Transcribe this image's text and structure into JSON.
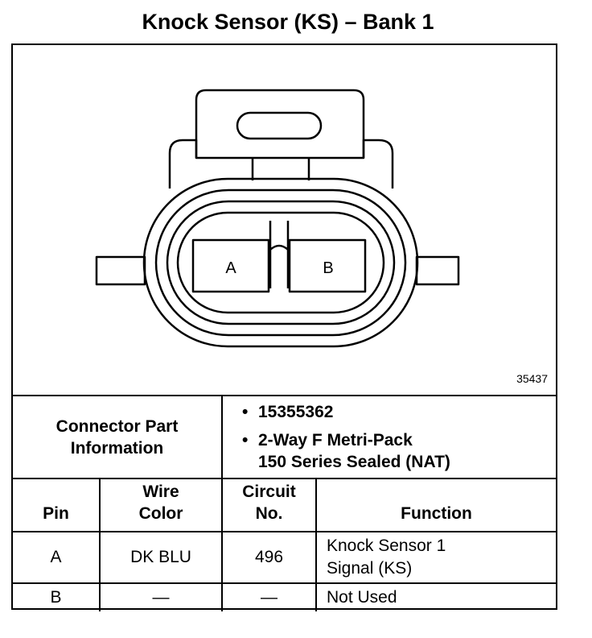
{
  "title": "Knock Sensor (KS) – Bank 1",
  "diagram": {
    "figure_number": "35437",
    "terminal_a": "A",
    "terminal_b": "B"
  },
  "connector_info": {
    "label_line1": "Connector Part",
    "label_line2": "Information",
    "part_number": "15355362",
    "description_line1": "2-Way F Metri-Pack",
    "description_line2": "150 Series Sealed (NAT)"
  },
  "table": {
    "headers": {
      "pin": "Pin",
      "wire_color_line1": "Wire",
      "wire_color_line2": "Color",
      "circuit_line1": "Circuit",
      "circuit_line2": "No.",
      "function": "Function"
    },
    "rows": [
      {
        "pin": "A",
        "wire_color": "DK BLU",
        "circuit": "496",
        "function_line1": "Knock Sensor 1",
        "function_line2": "Signal (KS)"
      },
      {
        "pin": "B",
        "wire_color": "—",
        "circuit": "—",
        "function_line1": "Not Used",
        "function_line2": ""
      }
    ]
  }
}
